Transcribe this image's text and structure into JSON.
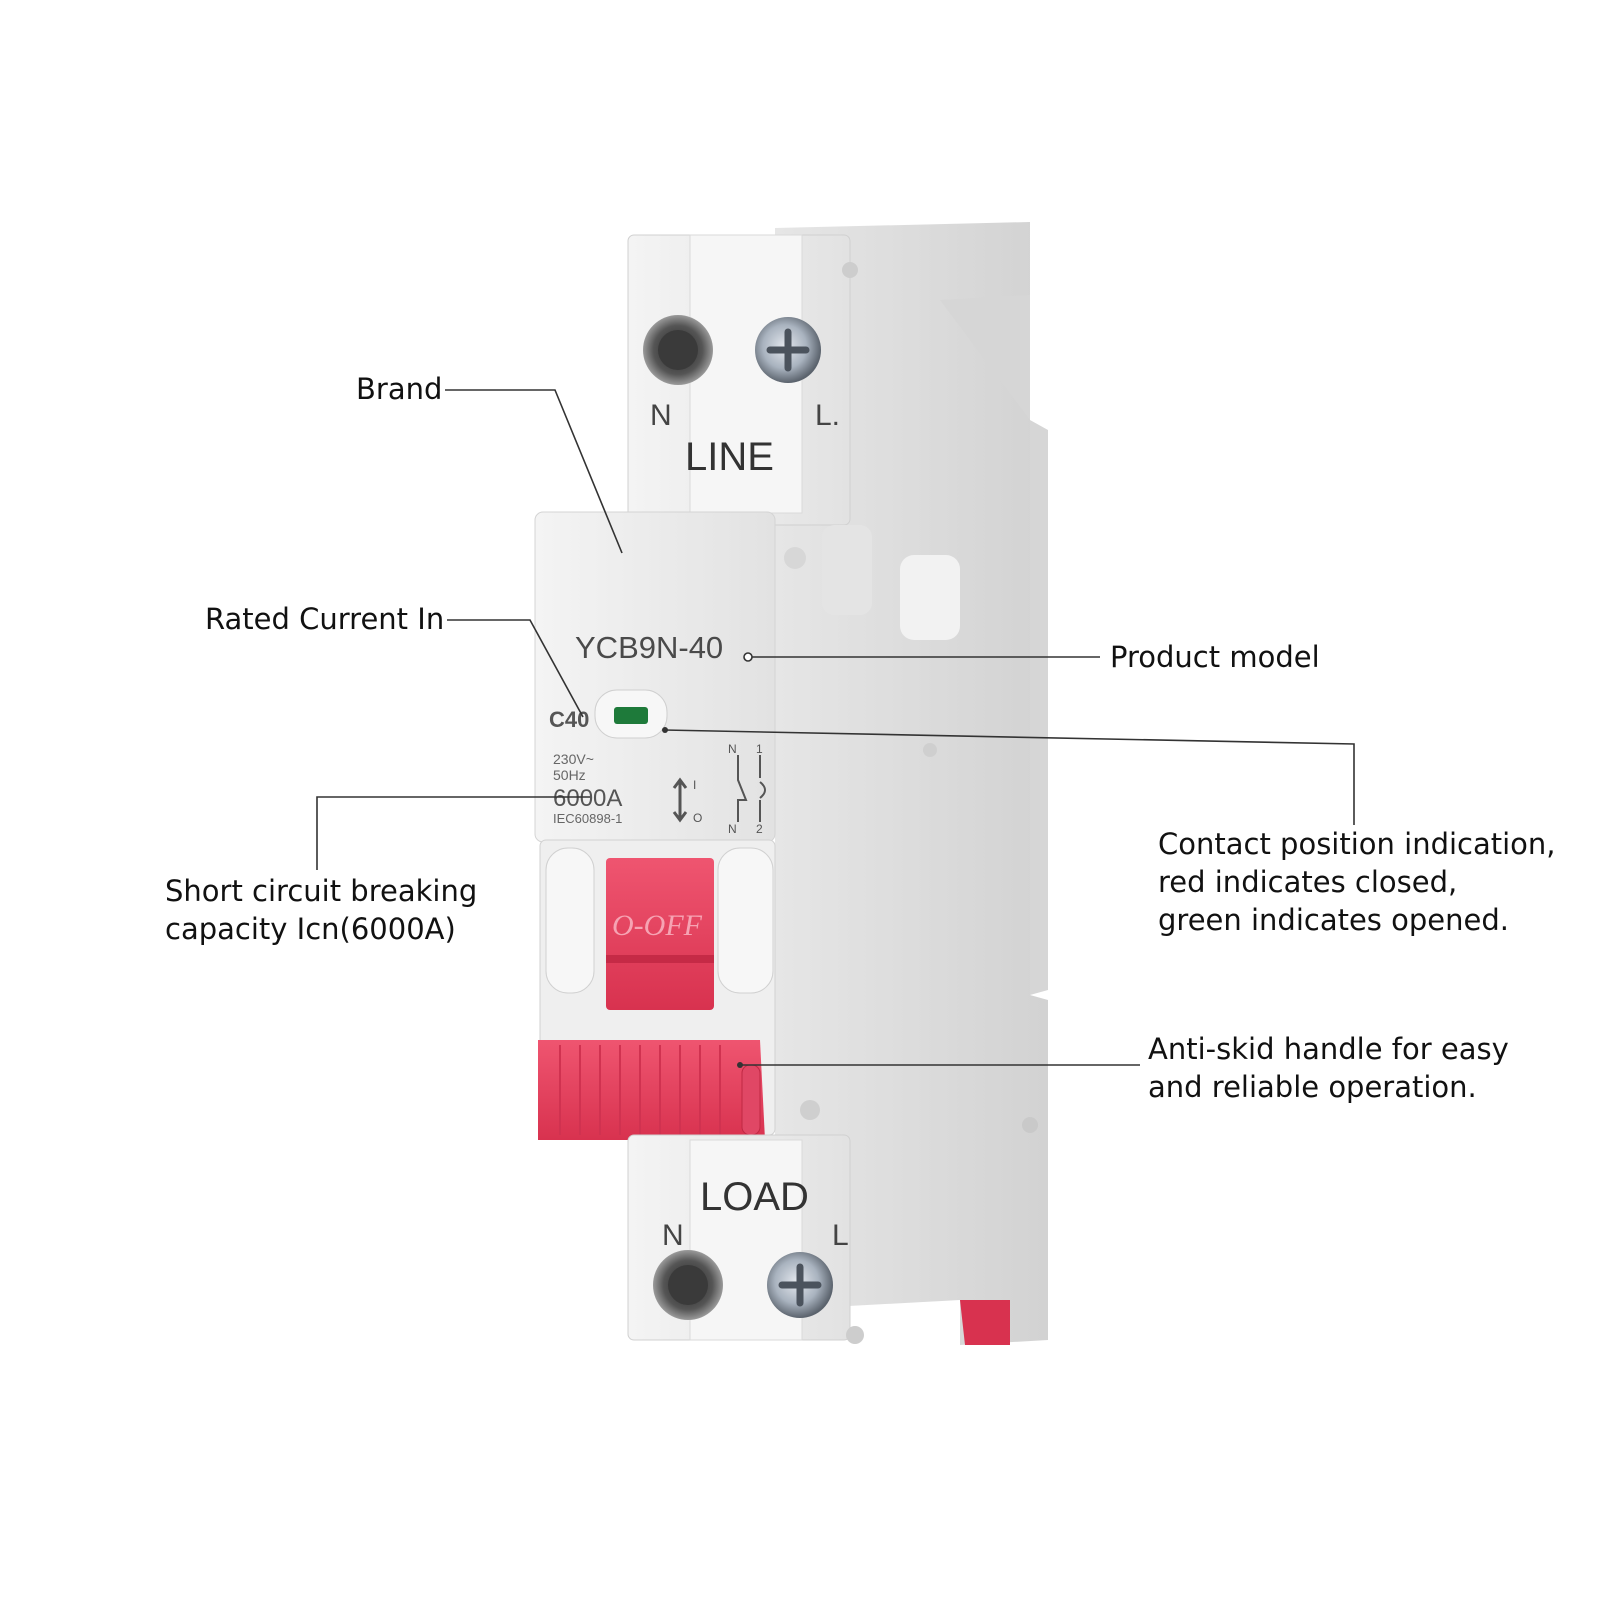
{
  "device": {
    "line_label": "LINE",
    "load_label": "LOAD",
    "top_n": "N",
    "top_l": "L.",
    "bottom_n": "N",
    "bottom_l": "L",
    "model": "YCB9N-40",
    "rating": "C40",
    "voltage": "230V~",
    "frequency": "50Hz",
    "breaking_capacity": "6000A",
    "standard": "IEC60898-1",
    "handle_text": "O-OFF",
    "switch_on_mark": "I",
    "switch_off_mark": "O",
    "diagram_n_top": "N",
    "diagram_1": "1",
    "diagram_n_bottom": "N",
    "diagram_2": "2",
    "colors": {
      "body": "#ececec",
      "handle": "#e8415f",
      "indicator": "#1e7a3a"
    }
  },
  "callouts": {
    "brand": "Brand",
    "rated_current": "Rated Current In",
    "product_model": "Product model",
    "breaking_capacity": [
      "Short circuit breaking",
      "capacity Icn(6000A)"
    ],
    "contact_indication": [
      "Contact position indication,",
      "red indicates closed,",
      "green indicates opened."
    ],
    "handle": [
      "Anti-skid handle for easy",
      "and reliable operation."
    ]
  }
}
